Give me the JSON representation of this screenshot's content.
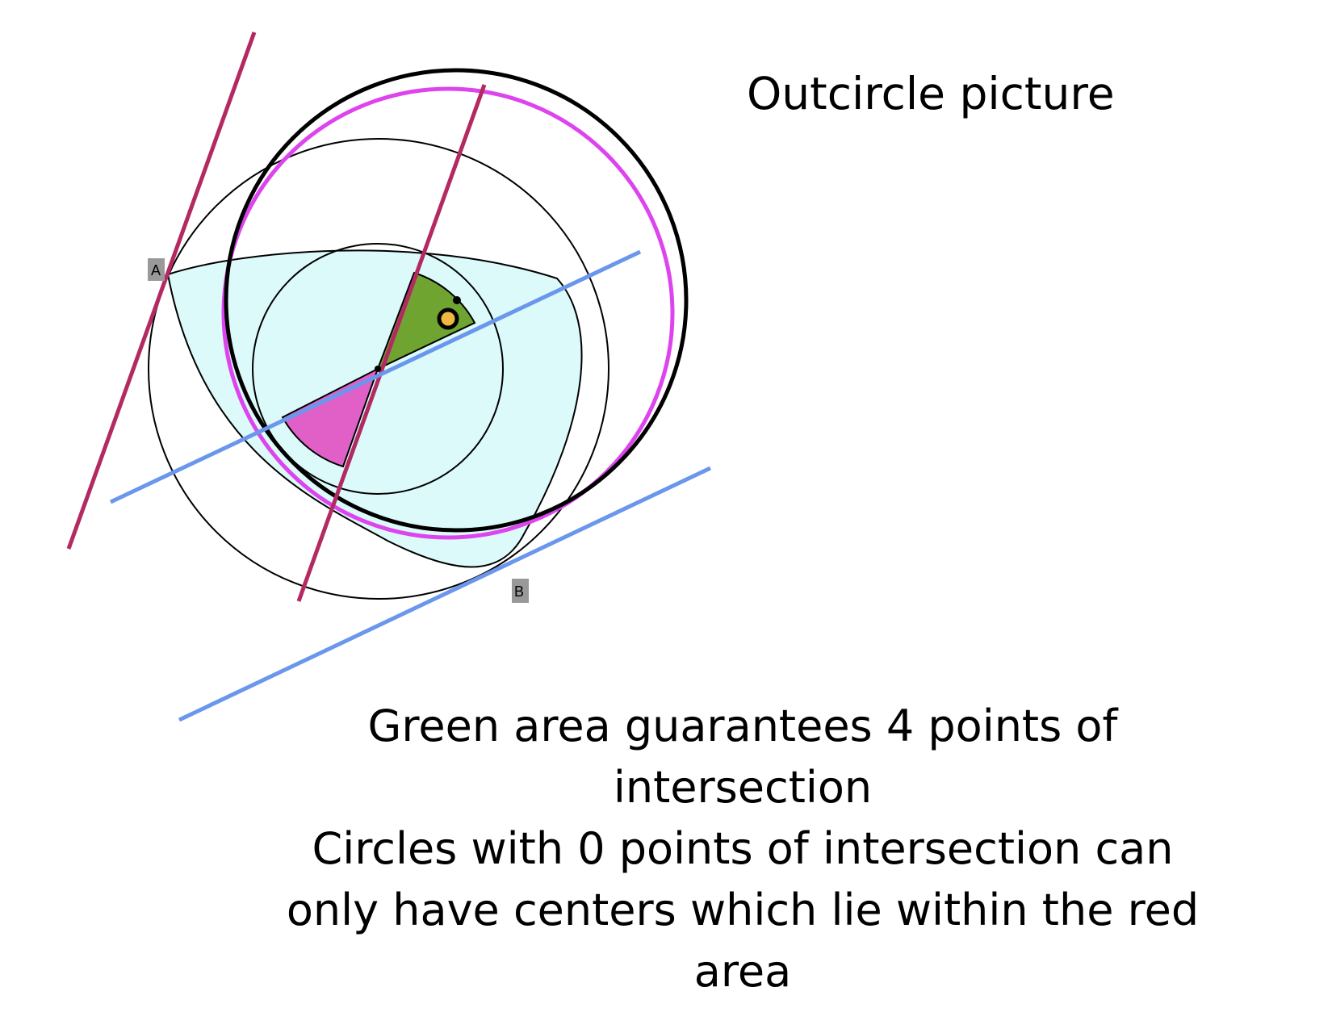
{
  "title": "Outcircle picture",
  "caption_lines": [
    "Green area guarantees 4 points of",
    "intersection",
    "Circles with 0 points of intersection can",
    "only have centers which lie within the red",
    "area"
  ],
  "points": {
    "a_label": "A",
    "b_label": "B"
  },
  "colors": {
    "perpendicular_lines": "#b32a63",
    "blue_lines": "#6a97ec",
    "region_fill": "#dcfafa",
    "green_area": "#70a430",
    "red_area": "#e060c8",
    "magenta_circle": "#dd44ee",
    "center_marker": "#f0b840",
    "label_box": "#999999"
  }
}
